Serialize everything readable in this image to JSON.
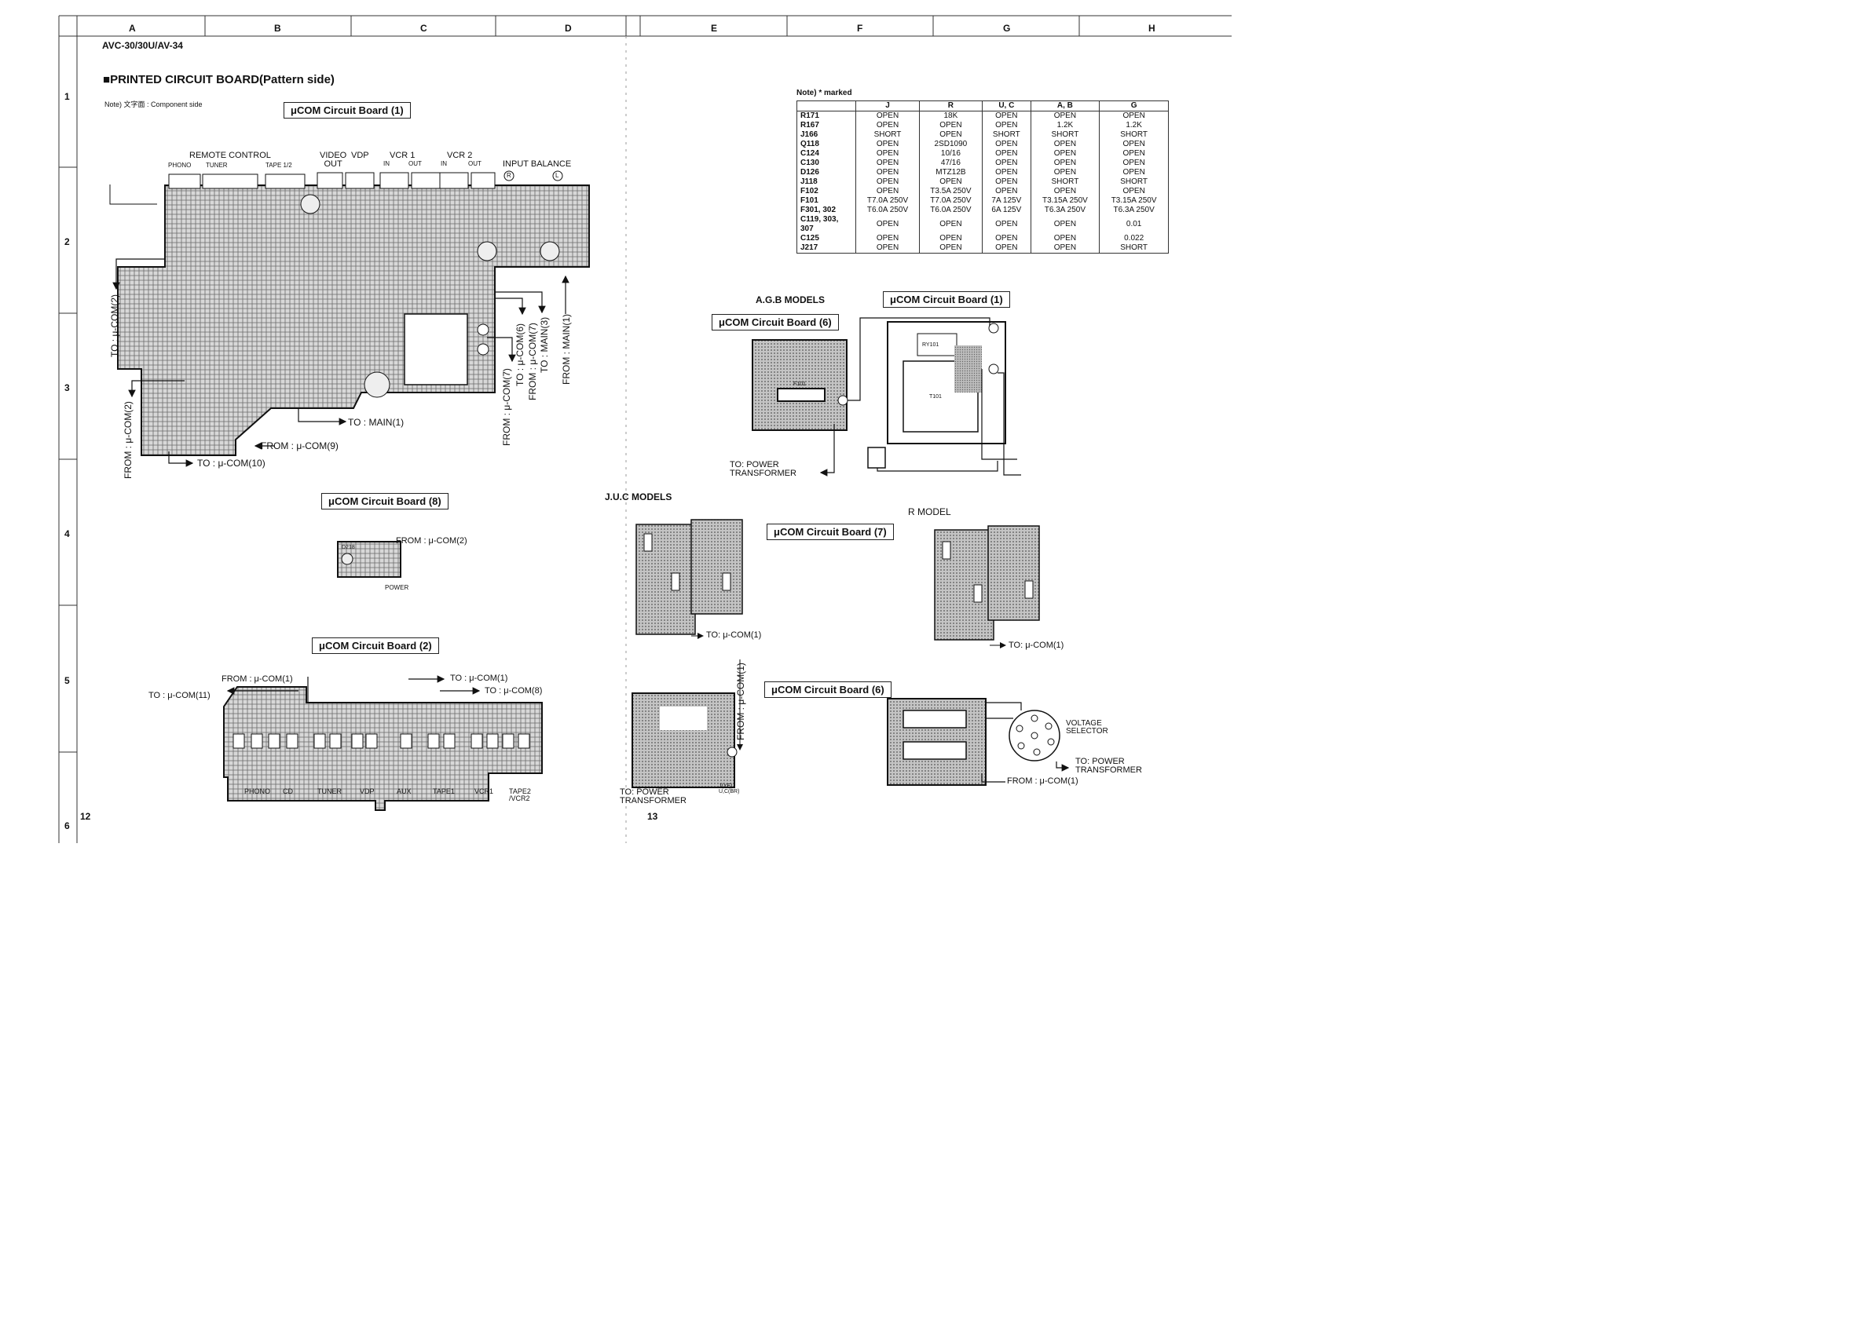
{
  "header": {
    "columns": [
      "A",
      "B",
      "C",
      "D",
      "E",
      "F",
      "G",
      "H"
    ],
    "rows": [
      "1",
      "2",
      "3",
      "4",
      "5",
      "6"
    ],
    "model": "AVC-30/30U/AV-34",
    "title": "PRINTED CIRCUIT BOARD(Pattern side)",
    "note_jp": "Note) 文字面 : Component side",
    "page_left": "12",
    "page_right": "13"
  },
  "board1": {
    "title": "μCOM Circuit Board (1)",
    "top_labels": {
      "remote_control": "REMOTE  CONTROL",
      "phono": "PHONO",
      "tuner": "TUNER",
      "tape12": "TAPE 1/2",
      "video_out": "VIDEO\nOUT",
      "vdp": "VDP",
      "vcr1": "VCR 1",
      "vcr2": "VCR 2",
      "in1": "IN",
      "out1": "OUT",
      "in2": "IN",
      "out2": "OUT",
      "input_balance": "INPUT  BALANCE",
      "r": "R",
      "l": "L"
    },
    "connectors": {
      "to_com2": "TO : μ-COM(2)",
      "from_com2": "FROM : μ-COM(2)",
      "from_com9": "FROM : μ-COM(9)",
      "to_com10": "TO : μ-COM(10)",
      "to_main1": "TO : MAIN(1)",
      "from_com7": "FROM : μ-COM(7)",
      "to_com6_7": "TO : μ-COM(6)",
      "from_com7b": "FROM : μ-COM(7)",
      "to_main3": "TO : MAIN(3)",
      "from_main1": "FROM : MAIN(1)"
    }
  },
  "board8": {
    "title": "μCOM Circuit Board (8)",
    "from": "FROM : μ-COM(2)",
    "power": "POWER",
    "d": "D218"
  },
  "board2": {
    "title": "μCOM Circuit Board (2)",
    "from_com1": "FROM : μ-COM(1)",
    "to_com11": "TO : μ-COM(11)",
    "to_com1": "TO : μ-COM(1)",
    "to_com8": "TO : μ-COM(8)",
    "bottom": [
      "PHONO",
      "CD",
      "TUNER",
      "VDP",
      "AUX",
      "TAPE1",
      "VCR1",
      "TAPE2\n/VCR2"
    ]
  },
  "note": {
    "title": "Note)  * marked",
    "headers": [
      "",
      "J",
      "R",
      "U, C",
      "A, B",
      "G"
    ],
    "rows": [
      [
        "R171",
        "OPEN",
        "18K",
        "OPEN",
        "OPEN",
        "OPEN"
      ],
      [
        "R167",
        "OPEN",
        "OPEN",
        "OPEN",
        "1.2K",
        "1.2K"
      ],
      [
        "J166",
        "SHORT",
        "OPEN",
        "SHORT",
        "SHORT",
        "SHORT"
      ],
      [
        "Q118",
        "OPEN",
        "2SD1090",
        "OPEN",
        "OPEN",
        "OPEN"
      ],
      [
        "C124",
        "OPEN",
        "10/16",
        "OPEN",
        "OPEN",
        "OPEN"
      ],
      [
        "C130",
        "OPEN",
        "47/16",
        "OPEN",
        "OPEN",
        "OPEN"
      ],
      [
        "D126",
        "OPEN",
        "MTZ12B",
        "OPEN",
        "OPEN",
        "OPEN"
      ],
      [
        "J118",
        "OPEN",
        "OPEN",
        "OPEN",
        "SHORT",
        "SHORT"
      ],
      [
        "F102",
        "OPEN",
        "T3.5A 250V",
        "OPEN",
        "OPEN",
        "OPEN"
      ],
      [
        "F101",
        "T7.0A 250V",
        "T7.0A 250V",
        "7A 125V",
        "T3.15A 250V",
        "T3.15A 250V"
      ],
      [
        "F301, 302",
        "T6.0A 250V",
        "T6.0A 250V",
        "6A 125V",
        "T6.3A 250V",
        "T6.3A 250V"
      ],
      [
        "C119, 303,\n307",
        "OPEN",
        "OPEN",
        "OPEN",
        "OPEN",
        "0.01"
      ],
      [
        "C125",
        "OPEN",
        "OPEN",
        "OPEN",
        "OPEN",
        "0.022"
      ],
      [
        "J217",
        "OPEN",
        "OPEN",
        "OPEN",
        "OPEN",
        "SHORT"
      ]
    ]
  },
  "agb": {
    "heading": "A.G.B MODELS",
    "board1_title": "μCOM Circuit Board (1)",
    "board6_title": "μCOM Circuit Board (6)",
    "to_power": "TO: POWER\nTRANSFORMER",
    "ry": "RY101",
    "t": "T101",
    "f": "F101"
  },
  "juc": {
    "heading": "J.U.C MODELS",
    "to_com1": "TO: μ-COM(1)",
    "from_com1": "FROM : μ-COM(1)",
    "to_power": "TO: POWER\nTRANSFORMER",
    "j_ye": "J(YE)\nU,C(BR)"
  },
  "r_model": {
    "heading": "R MODEL",
    "board7_title": "μCOM Circuit Board (7)",
    "to_com1": "TO: μ-COM(1)"
  },
  "board6_bottom": {
    "title": "μCOM Circuit Board (6)",
    "voltage_selector": "VOLTAGE\nSELECTOR",
    "to_power": "TO: POWER\nTRANSFORMER",
    "from_com1": "FROM : μ-COM(1)"
  }
}
